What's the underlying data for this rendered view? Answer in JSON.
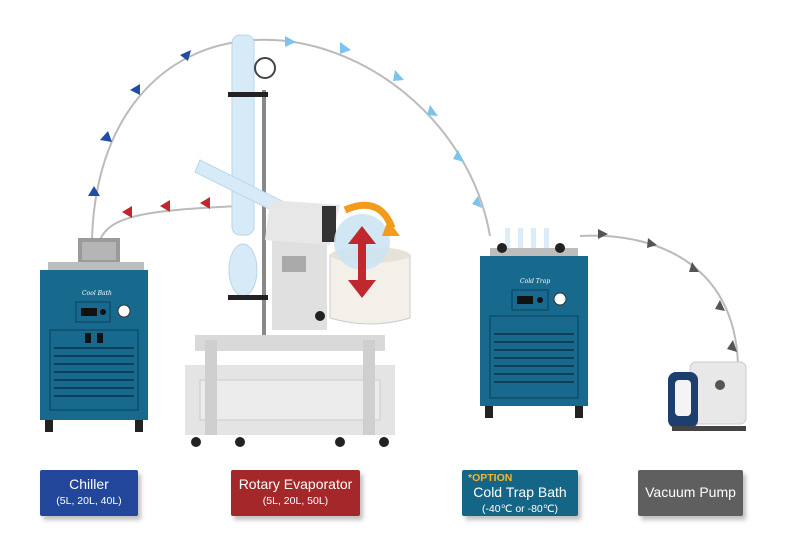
{
  "devices": {
    "chiller": {
      "title": "Chiller",
      "sizes": "(5L, 20L, 40L)",
      "panel_text": "Cool Bath",
      "color": "#21469a"
    },
    "rotary": {
      "title": "Rotary Evaporator",
      "sizes": "(5L, 20L, 50L)",
      "color": "#a4282a"
    },
    "cold_trap": {
      "option": "*OPTION",
      "title": "Cold Trap Bath",
      "temps": "(-40℃ or -80℃)",
      "panel_text": "Cold Trap",
      "color": "#156686"
    },
    "vacuum_pump": {
      "title": "Vacuum Pump",
      "color": "#5f5f5f"
    }
  },
  "flow_colors": {
    "coolant_out": "#1f4ea3",
    "coolant_return": "#c0282d",
    "vapor": "#7cc4ea",
    "vacuum": "#555555"
  }
}
